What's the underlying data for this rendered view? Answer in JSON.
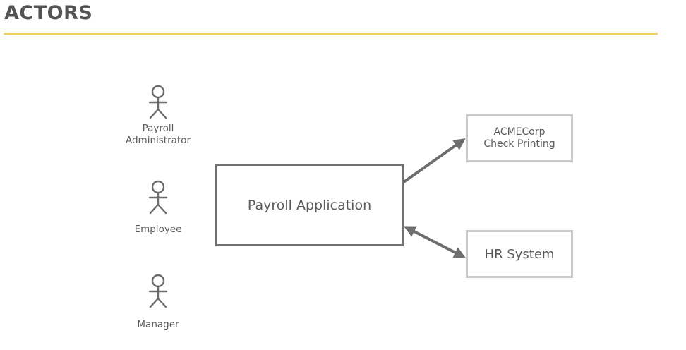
{
  "slide": {
    "title": "ACTORS"
  },
  "actors": [
    {
      "label": "Payroll\nAdministrator"
    },
    {
      "label": "Employee"
    },
    {
      "label": "Manager"
    }
  ],
  "systems": {
    "main": "Payroll Application",
    "check_printing": "ACMECorp\nCheck Printing",
    "hr": "HR System"
  },
  "colors": {
    "title_rule": "#f0cf5a",
    "main_box_border": "#707070",
    "external_box_border": "#c9c9c9",
    "arrow": "#6e6e6e",
    "actor_stroke": "#6b6b6b"
  },
  "icons": {
    "actor": "stick-figure-icon",
    "arrow": "arrow-icon"
  }
}
